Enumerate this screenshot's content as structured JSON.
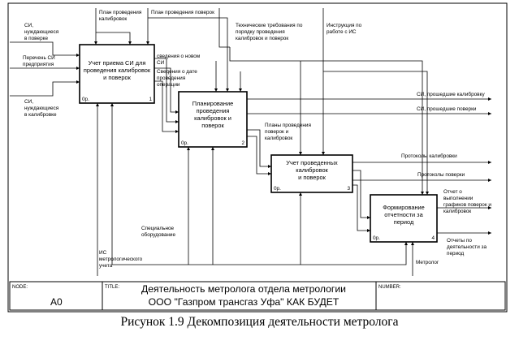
{
  "diagram": {
    "boxes": [
      {
        "title": [
          "Учет приема СИ для",
          "проведения калибровок",
          "и поверок"
        ],
        "cost": "0р.",
        "num": "1"
      },
      {
        "title": [
          "Планирование",
          "проведения",
          "калибровок и",
          "поверок"
        ],
        "cost": "0р.",
        "num": "2"
      },
      {
        "title": [
          "Учет проведенных",
          "калибровок",
          "и поверок"
        ],
        "cost": "0р.",
        "num": "3"
      },
      {
        "title": [
          "Формирование",
          "отчетности за",
          "период"
        ],
        "cost": "0р.",
        "num": "4"
      }
    ],
    "inputs": {
      "si_verification": [
        "СИ,",
        "нуждающиеся",
        "в поверке"
      ],
      "si_list": [
        "Перечень СИ",
        "предприятия"
      ],
      "si_calibration": [
        "СИ,",
        "нуждающиеся",
        "в калибровке"
      ]
    },
    "controls": {
      "plan_calibration": [
        "План проведения",
        "калибровок"
      ],
      "plan_verification": "План проведения поверок",
      "tech_requirements": [
        "Технические требования по",
        "порядку проведения",
        "калибровок и поверок"
      ],
      "instruction": [
        "Инструкция по",
        "работе с ИС"
      ]
    },
    "mechanisms": {
      "is": [
        "ИС",
        "метрологического",
        "учета"
      ],
      "equipment": [
        "Специальное",
        "оборудование"
      ],
      "metrologist": "Метролог"
    },
    "flows": {
      "new_si_info": [
        "сведения о новом",
        "СИ"
      ],
      "operation_date": [
        "Сведения о дате",
        "проведения",
        "операции"
      ],
      "plans": [
        "Планы проведения",
        "поверок и",
        "калибровок"
      ]
    },
    "outputs": {
      "si_calibrated": "СИ, прошедшие калибровку",
      "si_verified": "СИ, прошедшие поверки",
      "calibration_protocols": "Протоколы калибровки",
      "verification_protocols": "Протоколы поверки",
      "schedule_report": [
        "Отчет о",
        "выполнении",
        "графиков поверок и",
        "калибровок"
      ],
      "period_report": [
        "Отчеты по",
        "деятельности за",
        "период"
      ]
    },
    "footer": {
      "node_label": "NODE:",
      "node_value": "A0",
      "title_label": "TITLE:",
      "title_line1": "Деятельность метролога  отдела метрологии",
      "title_line2": "ООО \"Газпром трансгаз Уфа\" КАК БУДЕТ",
      "number_label": "NUMBER:"
    }
  },
  "caption": "Рисунок 1.9 Декомпозиция деятельности метролога"
}
